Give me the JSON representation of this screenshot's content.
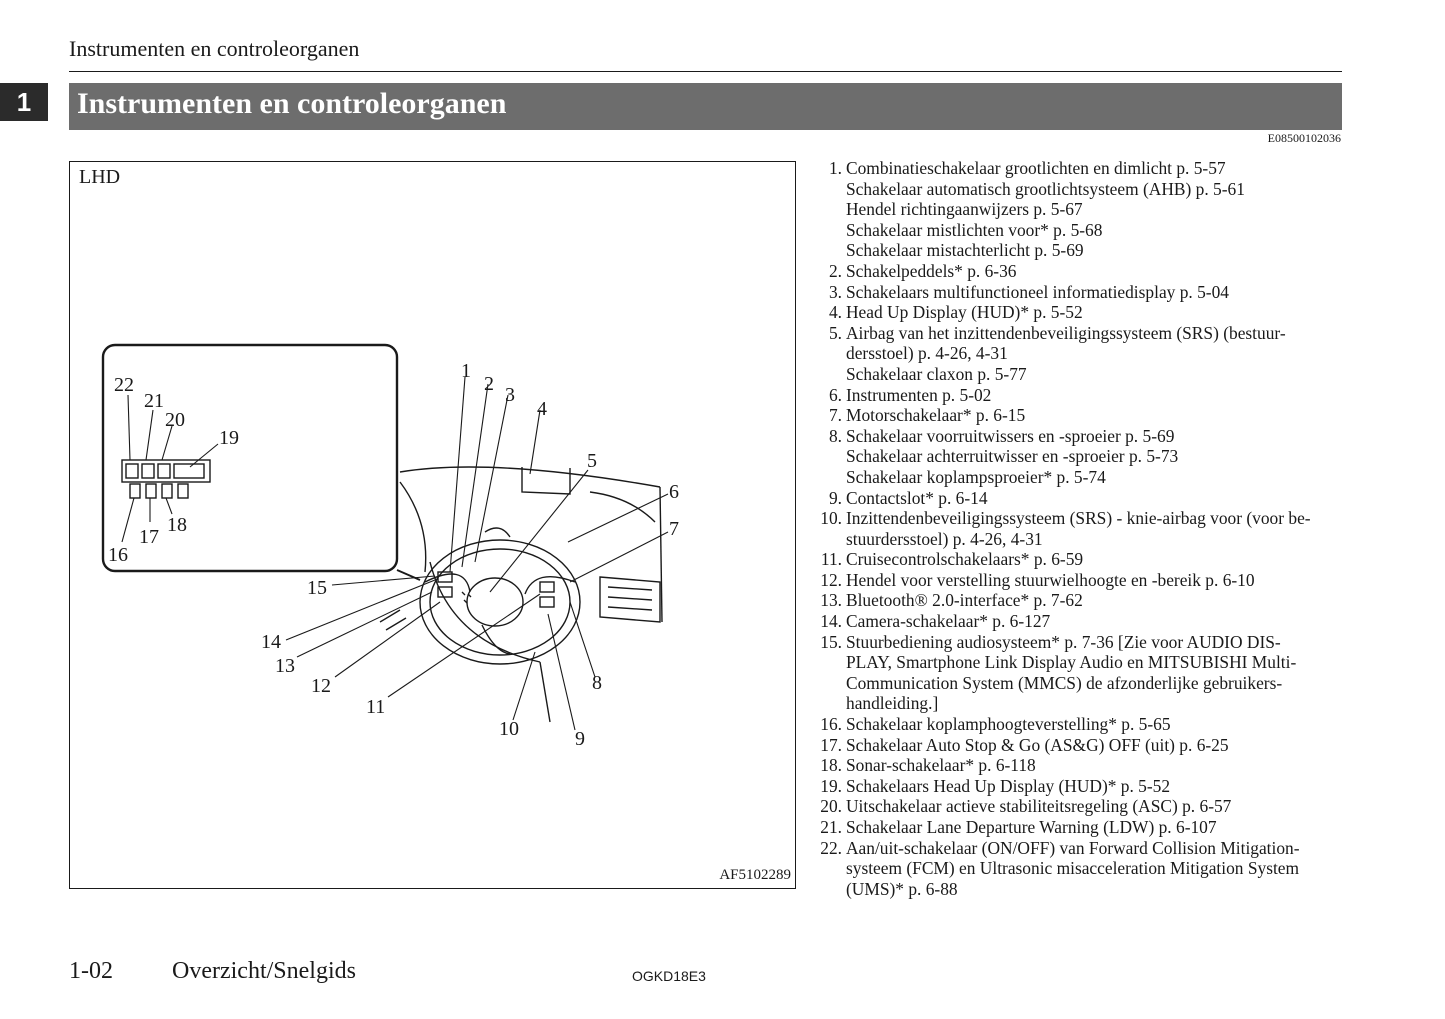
{
  "running_head": "Instrumenten en controleorganen",
  "chapter_tab": "1",
  "section_title": "Instrumenten en controleorganen",
  "doc_code": "E08500102036",
  "figure": {
    "label": "LHD",
    "code": "AF5102289",
    "callouts": [
      "1",
      "2",
      "3",
      "4",
      "5",
      "6",
      "7",
      "8",
      "9",
      "10",
      "11",
      "12",
      "13",
      "14",
      "15",
      "16",
      "17",
      "18",
      "19",
      "20",
      "21",
      "22"
    ]
  },
  "legend": [
    {
      "num": "1.",
      "lines": [
        "Combinatieschakelaar grootlichten en dimlicht p. 5-57",
        "Schakelaar automatisch grootlichtsysteem (AHB) p. 5-61",
        "Hendel richtingaanwijzers p. 5-67",
        "Schakelaar mistlichten voor* p. 5-68",
        "Schakelaar mistachterlicht p. 5-69"
      ]
    },
    {
      "num": "2.",
      "lines": [
        "Schakelpeddels* p. 6-36"
      ]
    },
    {
      "num": "3.",
      "lines": [
        "Schakelaars multifunctioneel informatiedisplay p. 5-04"
      ]
    },
    {
      "num": "4.",
      "lines": [
        "Head Up Display (HUD)* p. 5-52"
      ]
    },
    {
      "num": "5.",
      "lines": [
        "Airbag van het inzittendenbeveiligingssysteem (SRS) (bestuur-",
        "dersstoel) p. 4-26, 4-31",
        "Schakelaar claxon p. 5-77"
      ]
    },
    {
      "num": "6.",
      "lines": [
        "Instrumenten p. 5-02"
      ]
    },
    {
      "num": "7.",
      "lines": [
        "Motorschakelaar* p. 6-15"
      ]
    },
    {
      "num": "8.",
      "lines": [
        "Schakelaar voorruitwissers en -sproeier p. 5-69",
        "Schakelaar achterruitwisser en -sproeier p. 5-73",
        "Schakelaar koplampsproeier* p. 5-74"
      ]
    },
    {
      "num": "9.",
      "lines": [
        "Contactslot* p. 6-14"
      ]
    },
    {
      "num": "10.",
      "lines": [
        "Inzittendenbeveiligingssysteem (SRS) - knie-airbag voor (voor be-",
        "stuurdersstoel) p. 4-26, 4-31"
      ]
    },
    {
      "num": "11.",
      "lines": [
        "Cruisecontrolschakelaars* p. 6-59"
      ]
    },
    {
      "num": "12.",
      "lines": [
        "Hendel voor verstelling stuurwielhoogte en -bereik p. 6-10"
      ]
    },
    {
      "num": "13.",
      "lines": [
        "Bluetooth® 2.0-interface* p. 7-62"
      ]
    },
    {
      "num": "14.",
      "lines": [
        "Camera-schakelaar* p. 6-127"
      ]
    },
    {
      "num": "15.",
      "lines": [
        "Stuurbediening audiosysteem* p. 7-36 [Zie voor AUDIO DIS-",
        "PLAY, Smartphone Link Display Audio en MITSUBISHI Multi-",
        "Communication System (MMCS) de afzonderlijke gebruikers-",
        "handleiding.]"
      ]
    },
    {
      "num": "16.",
      "lines": [
        "Schakelaar koplamphoogteverstelling* p. 5-65"
      ]
    },
    {
      "num": "17.",
      "lines": [
        "Schakelaar Auto Stop & Go (AS&G) OFF (uit) p. 6-25"
      ]
    },
    {
      "num": "18.",
      "lines": [
        "Sonar-schakelaar* p. 6-118"
      ]
    },
    {
      "num": "19.",
      "lines": [
        "Schakelaars Head Up Display (HUD)* p. 5-52"
      ]
    },
    {
      "num": "20.",
      "lines": [
        "Uitschakelaar actieve stabiliteitsregeling (ASC) p. 6-57"
      ]
    },
    {
      "num": "21.",
      "lines": [
        "Schakelaar Lane Departure Warning (LDW) p. 6-107"
      ]
    },
    {
      "num": "22.",
      "lines": [
        "Aan/uit-schakelaar (ON/OFF) van Forward Collision Mitigation-",
        "systeem (FCM) en Ultrasonic misacceleration Mitigation System",
        "(UMS)* p. 6-88"
      ]
    }
  ],
  "footer": {
    "page_number": "1-02",
    "section": "Overzicht/Snelgids",
    "code": "OGKD18E3"
  }
}
